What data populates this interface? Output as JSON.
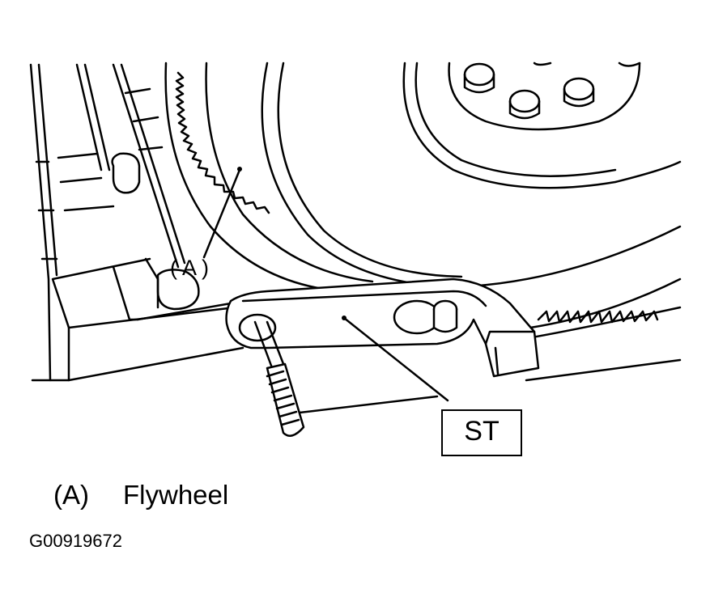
{
  "callouts": {
    "flywheel_marker": "( A )",
    "special_tool": "ST"
  },
  "legend": {
    "key": "(A)",
    "description": "Flywheel"
  },
  "figure_id": "G00919672",
  "colors": {
    "ink": "#000000",
    "paper": "#ffffff"
  }
}
